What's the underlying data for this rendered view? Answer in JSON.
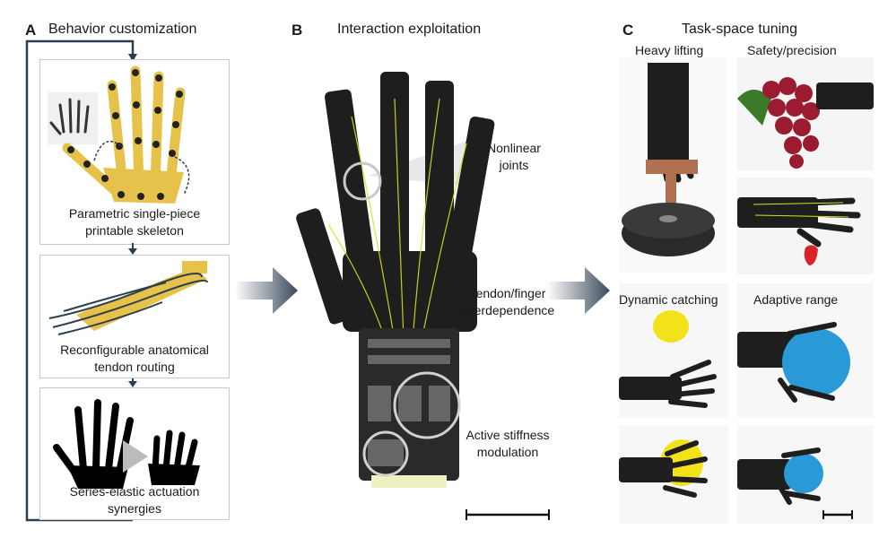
{
  "panel_a": {
    "letter": "A",
    "title": "Behavior customization",
    "steps": [
      {
        "label_line1": "Parametric single-piece",
        "label_line2": "printable skeleton"
      },
      {
        "label_line1": "Reconfigurable anatomical",
        "label_line2": "tendon routing"
      },
      {
        "label_line1": "Series-elastic actuation",
        "label_line2": "synergies"
      }
    ]
  },
  "panel_b": {
    "letter": "B",
    "title": "Interaction exploitation",
    "callouts": [
      {
        "line1": "Nonlinear",
        "line2": "joints"
      },
      {
        "line1": "Tendon/finger",
        "line2": "interdependence"
      },
      {
        "line1": "Active stiffness",
        "line2": "modulation"
      }
    ]
  },
  "panel_c": {
    "letter": "C",
    "title": "Task-space tuning",
    "tasks": [
      "Heavy lifting",
      "Safety/precision",
      "Dynamic catching",
      "Adaptive range"
    ]
  },
  "colors": {
    "accent_navy": "#2c3e50",
    "skeleton_gold": "#e6c24a",
    "tendon_yellow": "#d9e021",
    "grape": "#9b1b30",
    "lemon": "#f2e21a",
    "ball_blue": "#2a9ad6"
  }
}
